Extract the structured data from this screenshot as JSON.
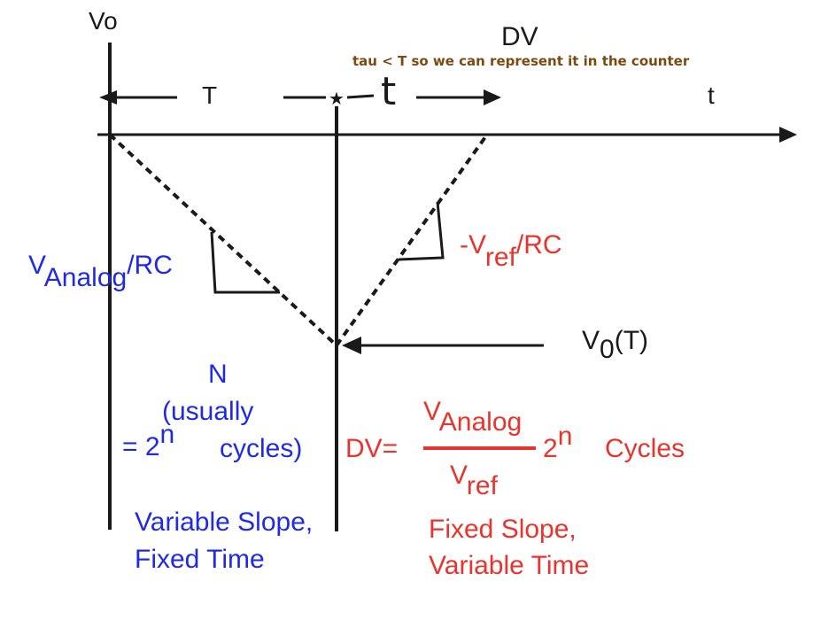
{
  "labels": {
    "vo_axis": "Vo",
    "t_axis": "t",
    "dv_top": "DV",
    "note": "tau < T so we can represent it in the counter",
    "period_T": "T",
    "period_t": "t",
    "slope_analog_base": "V",
    "slope_analog_sub": "Analog",
    "slope_analog_tail": "/RC",
    "slope_ref_prefix": "-V",
    "slope_ref_sub": "ref",
    "slope_ref_tail": "/RC",
    "v0_base": "V",
    "v0_sub": "0",
    "v0_tail": "(T)",
    "n_line1": "N",
    "n_line2": "(usually",
    "n_line3_a": "= 2",
    "n_line3_sup": "n",
    "n_line3_b": "cycles)",
    "dv_eq": "DV=",
    "frac_num_base": "V",
    "frac_num_sub": "Analog",
    "frac_den_base": "V",
    "frac_den_sub": "ref",
    "two": "2",
    "two_sup": "n",
    "cycles": "Cycles",
    "left_caption_1": "Variable Slope,",
    "left_caption_2": "Fixed Time",
    "right_caption_1": "Fixed Slope,",
    "right_caption_2": "Variable Time"
  },
  "colors": {
    "black": "#1a1a1a",
    "blue": "#1f2ae8",
    "red": "#e8342c",
    "note": "#7a4a10"
  }
}
